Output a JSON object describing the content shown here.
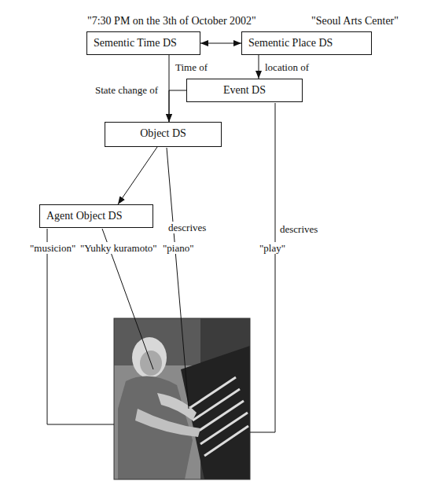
{
  "diagram": {
    "nodes": [
      {
        "text": [
          "\"7:30 PM on the 3th of October 2002\"",
          "Sementic Time DS"
        ]
      },
      {
        "text": [
          "\"Seoul Arts Center\"",
          "Sementic Place DS"
        ]
      },
      {
        "text": [
          "Event DS"
        ]
      },
      {
        "text": [
          "Object DS"
        ]
      },
      {
        "text": [
          "Agent Object DS"
        ]
      }
    ],
    "edges": [
      {
        "from": 0,
        "to": 1,
        "arrow": "both"
      },
      {
        "from": 1,
        "to": 2,
        "label": "location of",
        "arrow": "to"
      },
      {
        "from": 0,
        "to": 3,
        "label": "Time of",
        "arrow": "to"
      },
      {
        "from": 2,
        "to": 3,
        "label": "State change of",
        "arrow": "to"
      },
      {
        "from": 3,
        "to": 4,
        "arrow": "to"
      }
    ],
    "labels": [
      "descrives",
      "descrives",
      "\"musicion\"",
      "\"Yuhky kuramoto\"",
      "\"piano\"",
      "\"play\""
    ]
  }
}
